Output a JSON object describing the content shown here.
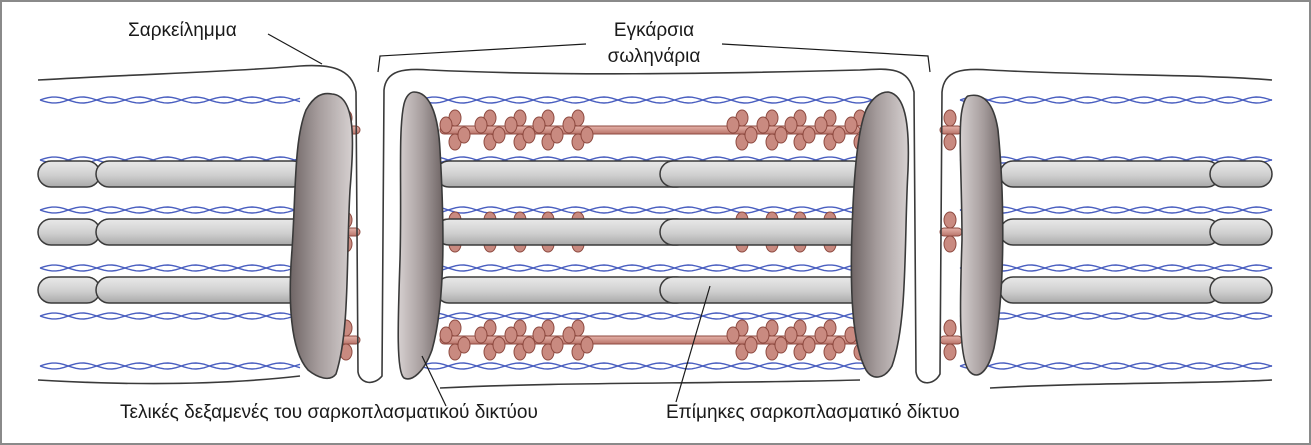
{
  "labels": {
    "sarcolemma": "Σαρκείλημμα",
    "transverse_tubules_line1": "Εγκάρσια",
    "transverse_tubules_line2": "σωληνάρια",
    "terminal_cisternae": "Τελικές δεξαμενές του σαρκοπλασματικού δικτύου",
    "longitudinal_sr": "Επίμηκες σαρκοπλασματικό δίκτυο"
  },
  "colors": {
    "frame": "#8a8a8a",
    "myofilament_blue": "#4a5fc0",
    "reticulum_pink": "#c98a80",
    "reticulum_pink_dark": "#8e4a40",
    "tubule_gray": "#cfcfcf",
    "cisterna_gray": "#9c9393",
    "outline": "#3a3a3a"
  }
}
